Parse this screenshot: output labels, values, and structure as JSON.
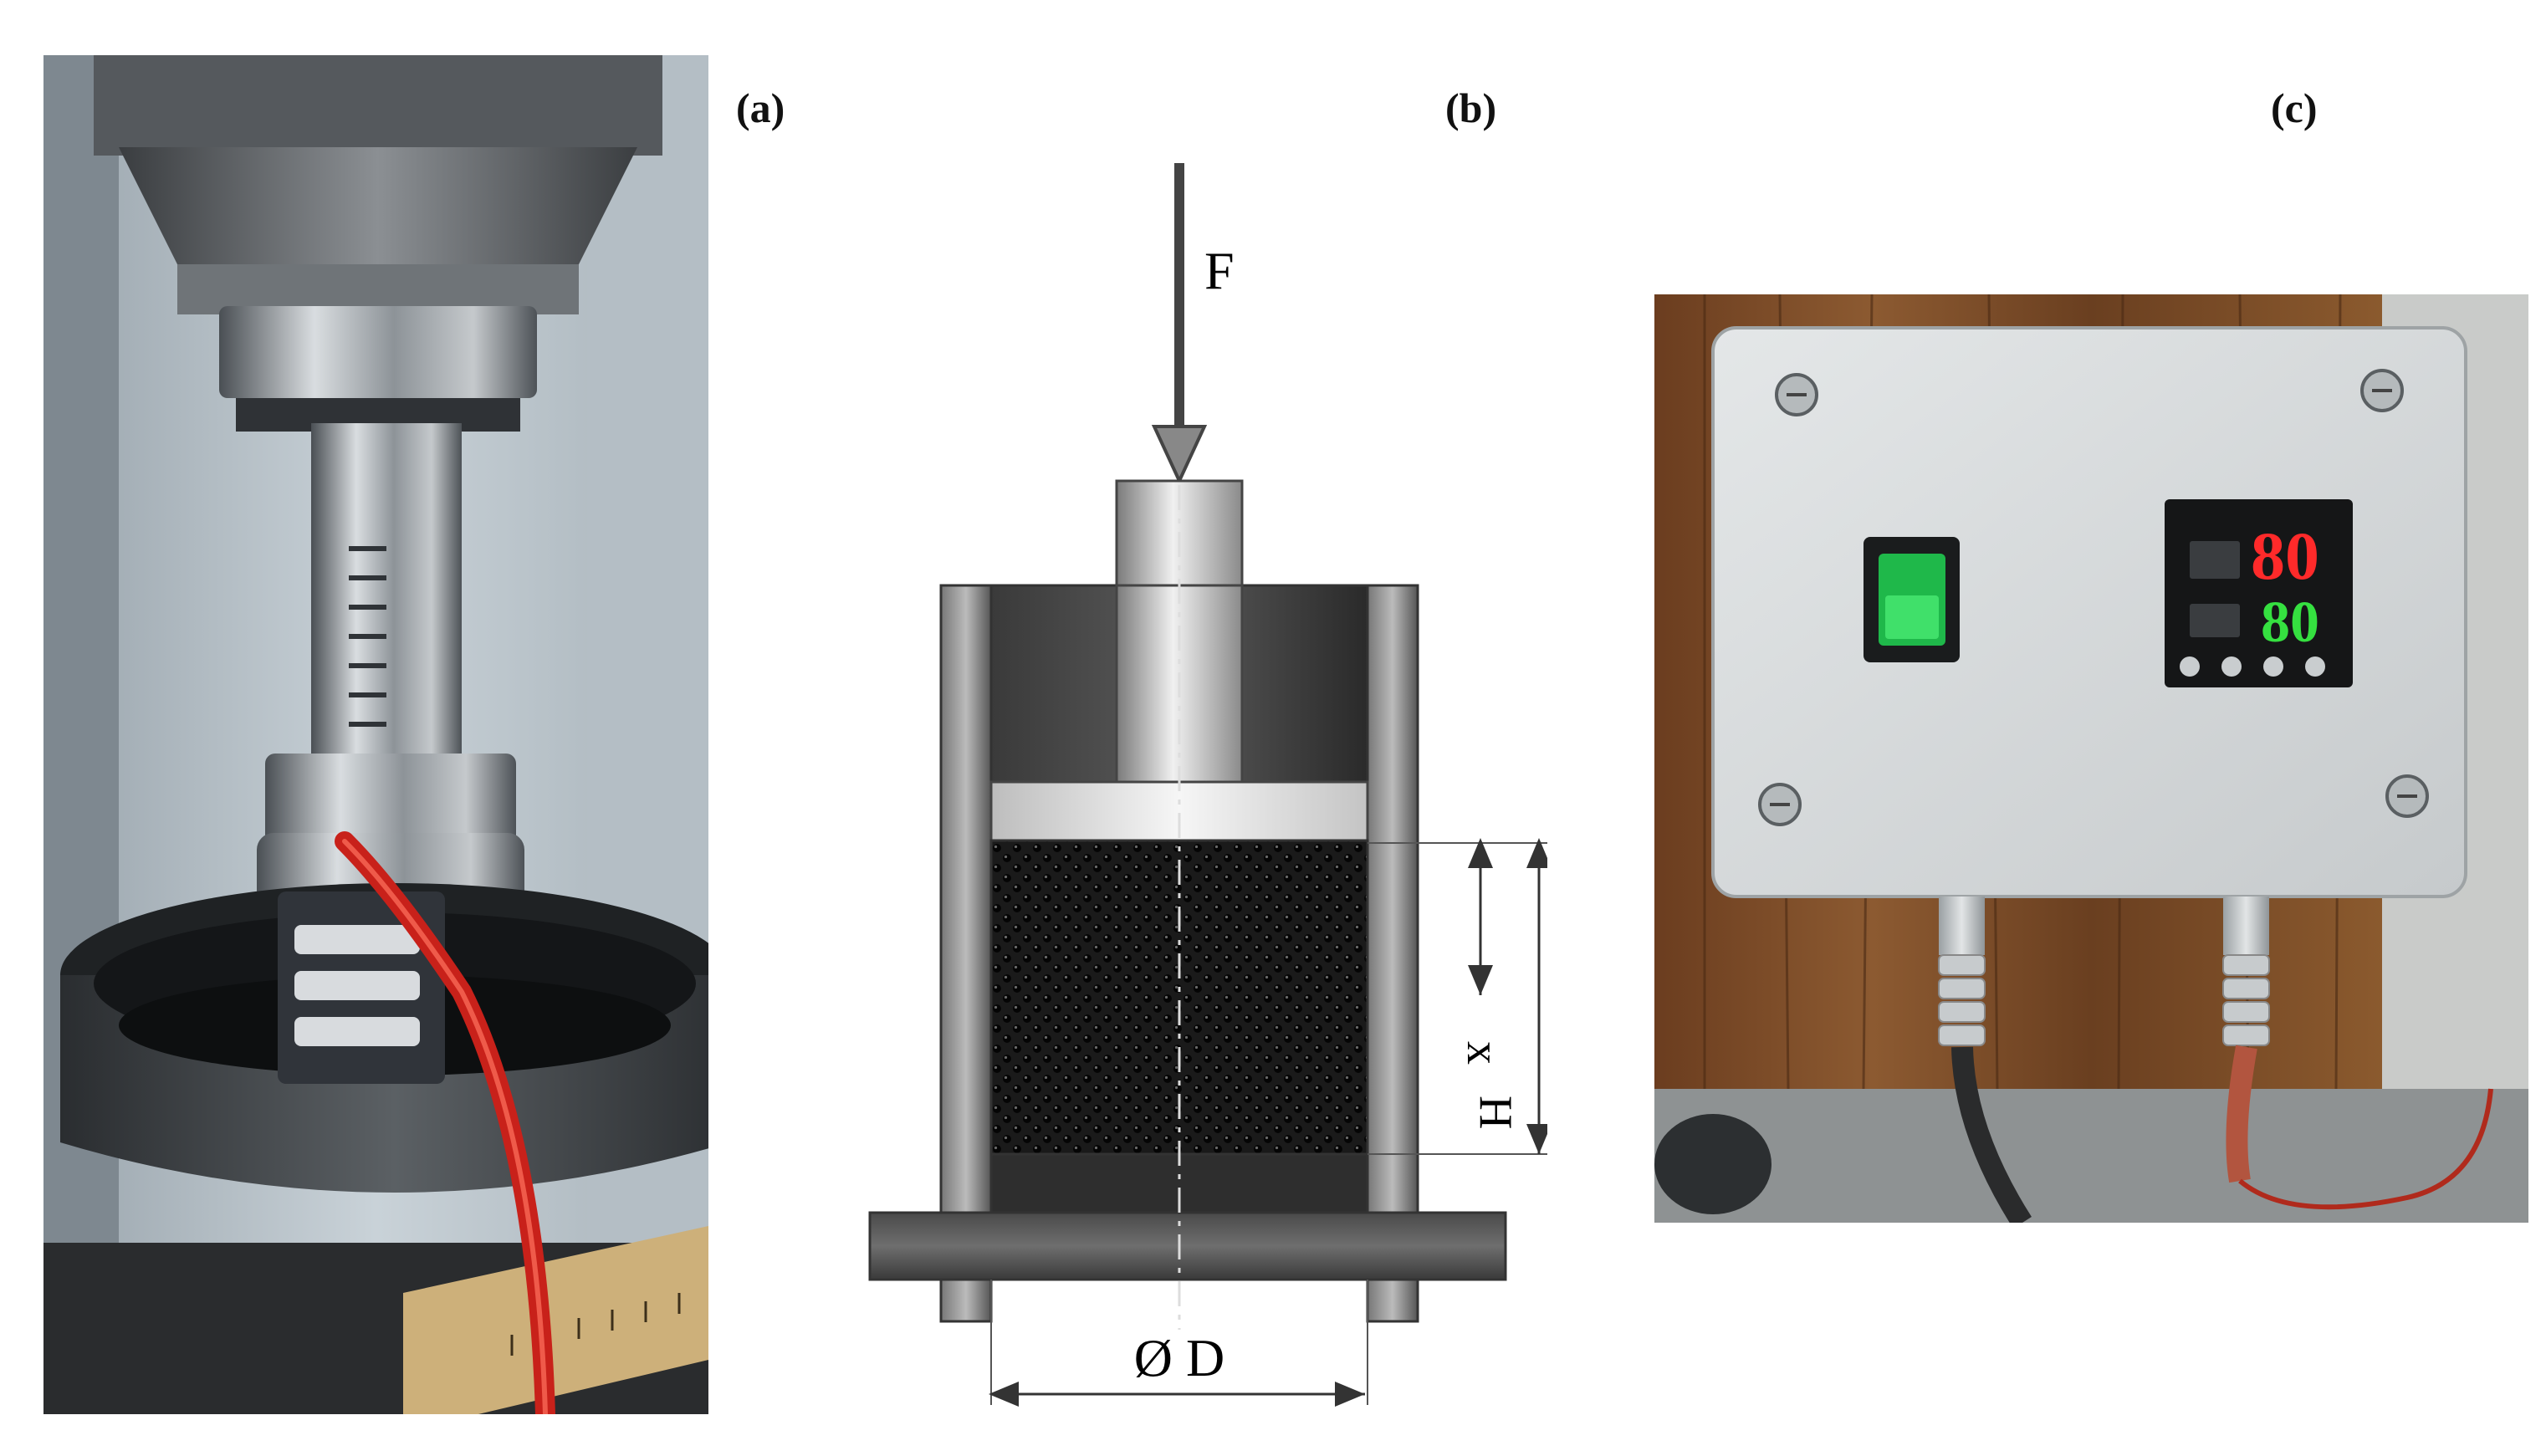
{
  "figure": {
    "panel_a": {
      "label": "(a)"
    },
    "panel_b": {
      "label": "(b)",
      "force_label": "F",
      "x_label": "x",
      "height_label": "H",
      "diameter_label": "Ø D"
    },
    "panel_c": {
      "label": "(c)",
      "display_top": "80",
      "display_bottom": "80"
    }
  }
}
